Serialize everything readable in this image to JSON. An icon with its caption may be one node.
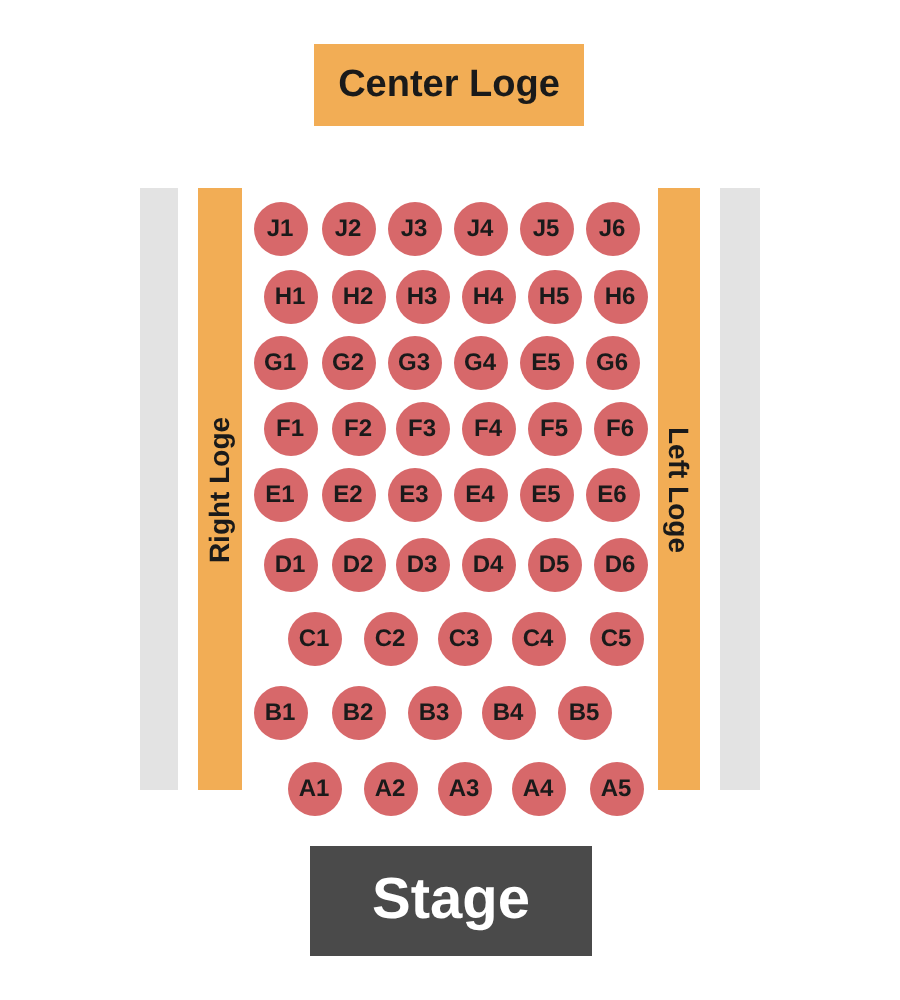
{
  "diagram": {
    "nodes": [
      {
        "text": [
          "Center Loge"
        ]
      },
      {
        "text": [],
        "shape": "bar"
      },
      {
        "text": [
          "Right Loge"
        ]
      },
      {
        "text": [
          "J1"
        ]
      },
      {
        "text": [
          "J2"
        ]
      },
      {
        "text": [
          "J3"
        ]
      },
      {
        "text": [
          "J4"
        ]
      },
      {
        "text": [
          "J5"
        ]
      },
      {
        "text": [
          "J6"
        ]
      },
      {
        "text": [
          "H1"
        ]
      },
      {
        "text": [
          "H2"
        ]
      },
      {
        "text": [
          "H3"
        ]
      },
      {
        "text": [
          "H4"
        ]
      },
      {
        "text": [
          "H5"
        ]
      },
      {
        "text": [
          "H6"
        ]
      },
      {
        "text": [
          "G1"
        ]
      },
      {
        "text": [
          "G2"
        ]
      },
      {
        "text": [
          "G3"
        ]
      },
      {
        "text": [
          "G4"
        ]
      },
      {
        "text": [
          "E5"
        ]
      },
      {
        "text": [
          "G6"
        ]
      },
      {
        "text": [
          "F1"
        ]
      },
      {
        "text": [
          "F2"
        ]
      },
      {
        "text": [
          "F3"
        ]
      },
      {
        "text": [
          "F4"
        ]
      },
      {
        "text": [
          "F5"
        ]
      },
      {
        "text": [
          "F6"
        ]
      },
      {
        "text": [
          "E1"
        ]
      },
      {
        "text": [
          "E2"
        ]
      },
      {
        "text": [
          "E3"
        ]
      },
      {
        "text": [
          "E4"
        ]
      },
      {
        "text": [
          "E5"
        ]
      },
      {
        "text": [
          "E6"
        ]
      },
      {
        "text": [
          "D1"
        ]
      },
      {
        "text": [
          "D2"
        ]
      },
      {
        "text": [
          "D3"
        ]
      },
      {
        "text": [
          "D4"
        ]
      },
      {
        "text": [
          "D5"
        ]
      },
      {
        "text": [
          "D6"
        ]
      },
      {
        "text": [
          "C1"
        ]
      },
      {
        "text": [
          "C2"
        ]
      },
      {
        "text": [
          "C3"
        ]
      },
      {
        "text": [
          "C4"
        ]
      },
      {
        "text": [
          "C5"
        ]
      },
      {
        "text": [
          "B1"
        ]
      },
      {
        "text": [
          "B2"
        ]
      },
      {
        "text": [
          "B3"
        ]
      },
      {
        "text": [
          "B4"
        ]
      },
      {
        "text": [
          "B5"
        ]
      },
      {
        "text": [
          "A1"
        ]
      },
      {
        "text": [
          "A2"
        ]
      },
      {
        "text": [
          "A3"
        ]
      },
      {
        "text": [
          "A4"
        ]
      },
      {
        "text": [
          "A5"
        ]
      },
      {
        "text": [
          "Left Loge"
        ]
      },
      {
        "text": [],
        "shape": "bar"
      },
      {
        "text": [
          "Stage"
        ]
      }
    ]
  }
}
